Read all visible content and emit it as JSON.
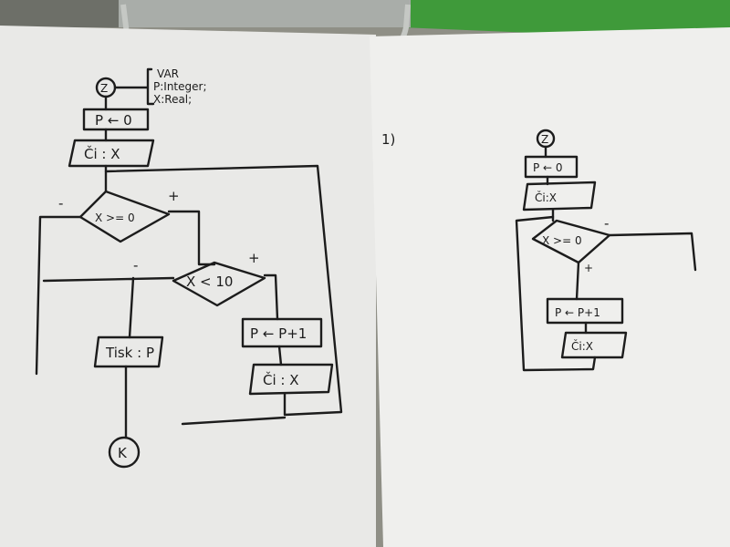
{
  "left_sheet": {
    "start": "Z",
    "var_block": [
      "VAR",
      "P:Integer;",
      "X:Real;"
    ],
    "assign_init": "P ← 0",
    "input": "Či : X",
    "cond1": "X >= 0",
    "cond1_true": "+",
    "cond1_false": "-",
    "cond2": "X < 10",
    "cond2_true": "+",
    "cond2_false": "-",
    "increment": "P ← P+1",
    "input_loop": "Či : X",
    "output": "Tisk : P",
    "end": "K"
  },
  "right_sheet": {
    "number": "1)",
    "start": "Z",
    "assign_init": "P ← 0",
    "input": "Či:X",
    "cond": "X >= 0",
    "cond_true": "+",
    "cond_false": "-",
    "increment": "P ← P+1",
    "input_loop": "Či:X"
  },
  "colors": {
    "paper": "#ececec",
    "background_green": "#3f9a3a",
    "clip": "#b8bcb8"
  }
}
